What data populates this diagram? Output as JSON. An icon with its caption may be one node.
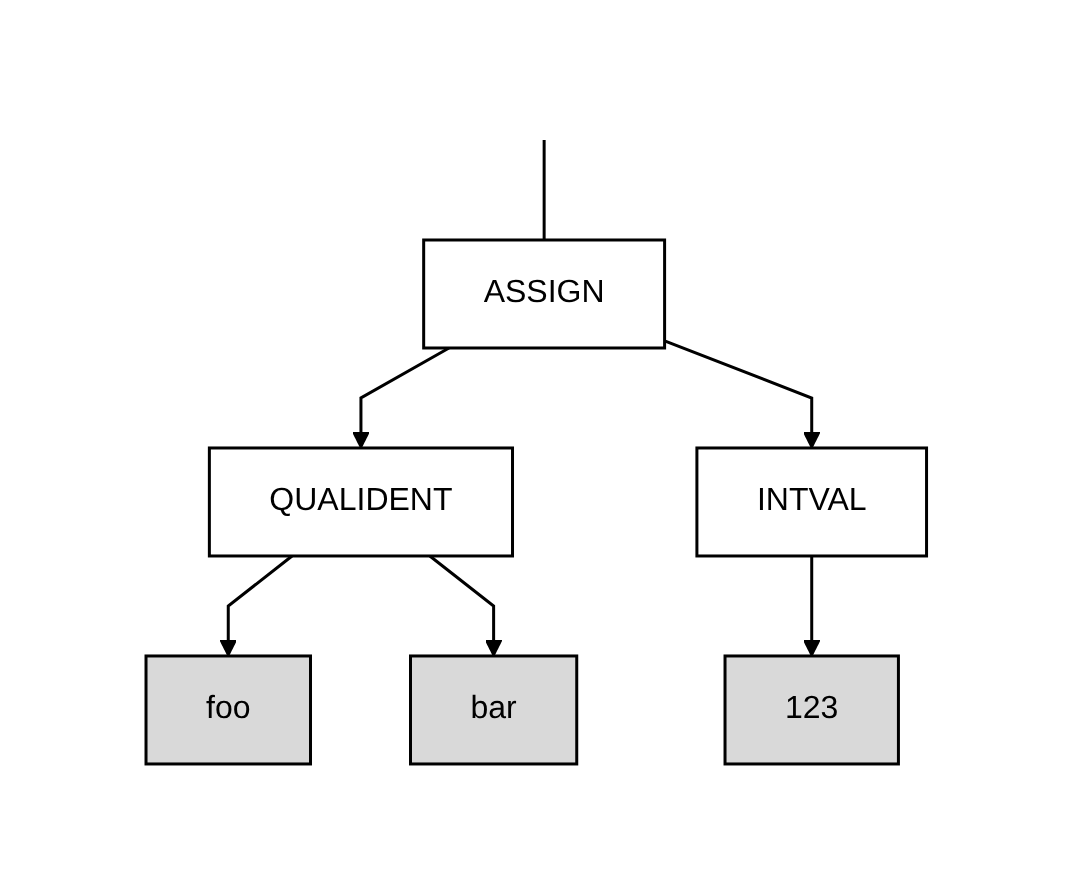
{
  "diagram": {
    "nodes": [
      {
        "text": [
          "ASSIGN"
        ]
      },
      {
        "text": [
          "QUALIDENT"
        ]
      },
      {
        "text": [
          "INTVAL"
        ]
      },
      {
        "text": [
          "foo"
        ]
      },
      {
        "text": [
          "bar"
        ]
      },
      {
        "text": [
          "123"
        ]
      }
    ],
    "edges": [
      {
        "from": null,
        "to": 0,
        "arrow": "none"
      },
      {
        "from": 0,
        "to": 1,
        "arrow": "to"
      },
      {
        "from": 0,
        "to": 2,
        "arrow": "to"
      },
      {
        "from": 1,
        "to": 3,
        "arrow": "to"
      },
      {
        "from": 1,
        "to": 4,
        "arrow": "to"
      },
      {
        "from": 2,
        "to": 5,
        "arrow": "to"
      }
    ]
  }
}
